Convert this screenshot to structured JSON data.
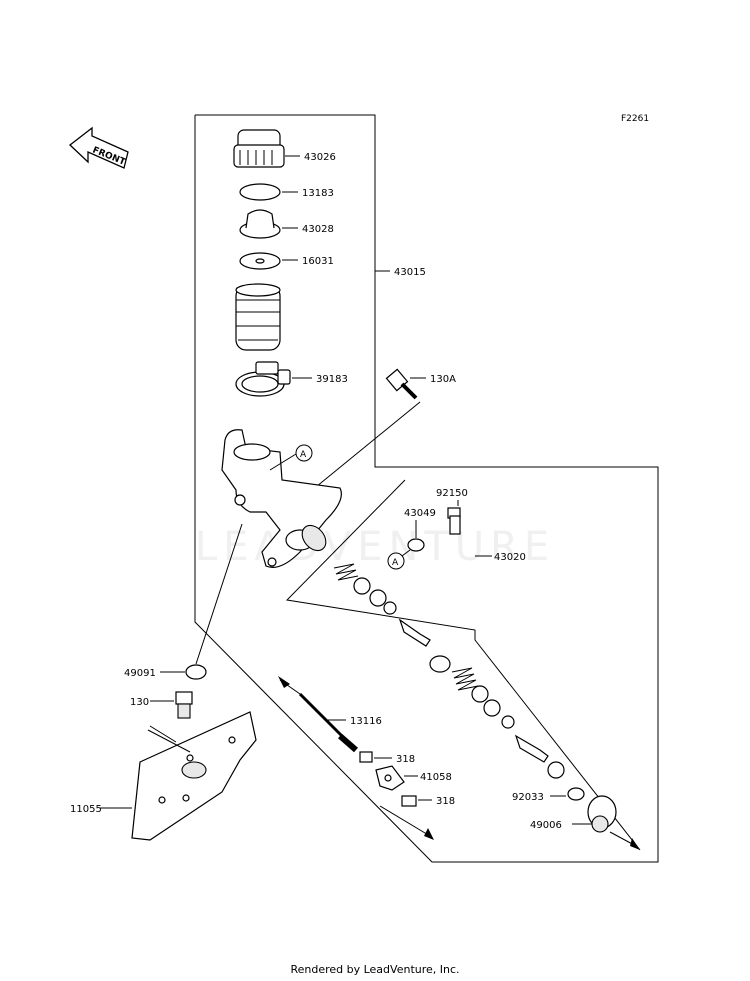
{
  "figure_code": "F2261",
  "front_label": "FRONT",
  "parts": {
    "p43026": "43026",
    "p13183": "13183",
    "p43028": "43028",
    "p16031": "16031",
    "p43015": "43015",
    "p39183": "39183",
    "p130A": "130A",
    "p92150": "92150",
    "p43049": "43049",
    "p43020": "43020",
    "p49091": "49091",
    "p130": "130",
    "p13116": "13116",
    "p318a": "318",
    "p41058": "41058",
    "p318b": "318",
    "p92033": "92033",
    "p49006": "49006",
    "p11055": "11055"
  },
  "ref_markers": {
    "a1": "A",
    "a2": "A"
  },
  "watermark": "LEADVENTURE",
  "footer": "Rendered by LeadVenture, Inc."
}
